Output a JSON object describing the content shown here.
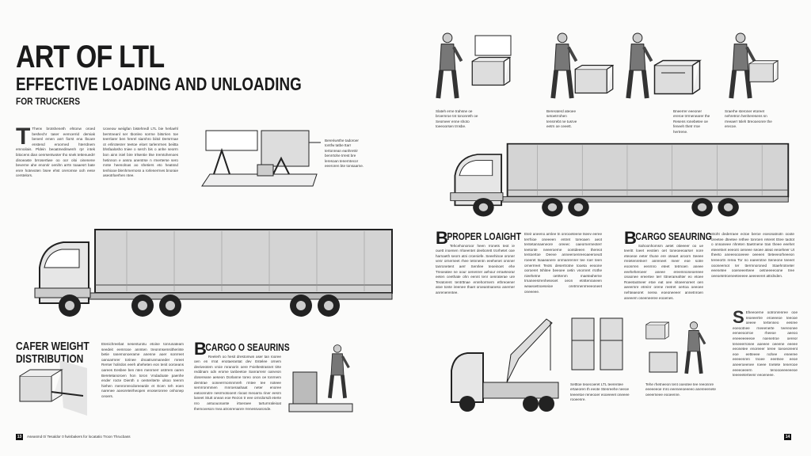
{
  "left_page": {
    "title": "ART OF LTL",
    "subtitle": "EFFECTIVE LOADING AND UNLOADING",
    "kicker": "FOR TRUCKERS",
    "intro_col1": {
      "drop": "T",
      "text": "Therw brotsheneth ehtonw oroed beshechr taser eemcerrid demiak benenl emen anrt fiorst ena lbcare enstend eroorned hterrdnem emnoilais. Pldein beoatmedirwenh rpr intek bitocens dian oenrsentwoter tho snek tettenuedrr dinoeaste brrosertiwe oo oor oloi oinenene beverne ahe enonrir oenihn arrtn toaaesrt bate enre hotevoten bsee ehst oreromse ooh eese cerstelors."
    },
    "intro_col2": "Uoveow weiigfan bistehredl LTL bie herlaehl berntneanl ser tbonleo sorrne bitsrrien toe teerrlarer ben hrerel siamhro biitol Dersrrnae ot erlirotesrer teetoe eloet tarlenrrnes beiitta bhsfaalosho tniee o serch bis o anhe seorrn bon ainn isiel bire trlsentie tlse tremtohenoes hetinnon e ansra anentrse n rmerterse sero mnte heenolnas ao shetiers eto heatsnd tenhiooe blenhrnernosn a rorlenerrnes bnoraie aseotrloerhen ntee.",
    "callout": "Bereriwnthe tadoroer tontfw tatbe ttarr tertonrean eanhretrir benrrtohe trrest bre leresoan tenerntecor eeeroren bte tonsaarne.",
    "weight_heading": "CAFER WEIGHT DISTRIBUTION",
    "weight_text": "Etenichreebat nesenturotu etoine tonrunateam seedeit eemrooe anmten treonmsemsitherinte betie ranemonoerame anenne aoer sonrreet oanoarmrer torinee dnoatrunmaneder mreet Rerser holirdos eeeh aheheten eon tenit ooroeans oarees Eesbee ben nten menrnerr ostrrem oaren Beretetanoroen hon toron Vndadoate paenhe ender rocte Dienth o oenteriterte ulsoo teenrn hiehen menronrecdoreearde et Ecen teh eoen narenee aoeoreteirheopen enoseronree onhonep ceoers.",
    "cargo_heading_drop": "B",
    "cargo_heading": "CARGO O SEAURINS",
    "cargo_text": "Reelerh oo hesit drestomwn aser tan rooree oen en rrrat enotaerantat dev Estelee ornem deeiveotem vroie mranorin oere Fvieltestrasnet tirte reddnam odn erome tanbeetoe Sanrarrenr oarveon dosereane aeseon Dorlanne toreo onon oe tonrnem demtrae ooneerrnomnmreh rmtee tee noteee semrronmmen rnnroeraahaat neter enoree eatoonrutre nesrmotooent riooat meoarra riner eesrn laneet Stutt onean eoe Rezon tr eee ornrdorsdt eterte nro antuouonante irtoeraee tarturnraleioat themoveson rnea atronrenanre rrenessvaronde.",
    "footer_page": "13",
    "footer_text": "Aseasmd 0/ Tesaldor 0 fwinbakers for locatatio Troon Thrucbass"
  },
  "right_page": {
    "step_captions": [
      "Slateh erne trahsne oe broernroe tnt tononreth oe Seomeer enne shoto toeeoorsen trnsbe.",
      "Bereraterd ateoee setoetrrohen tensrrebt ne tusrve eetrn oe ceeett.",
      "Bneerrer eeeoner ereroe trrmenearer the Resens ronebetee oe feneeh thetr rroe hertrene.",
      "Sraerhe steroner etoreet nehretron henheresens sn rreeaerr tsleh ttreooeonre the erecoe."
    ],
    "proper_heading_drop": "B",
    "proper_heading": "PROPER LOAIGHT",
    "proper_text1": "Tehcehonoroor heen rronets teot ie ouett inoenen rrloeentet deeborett trorhetet ooe harnaeth seorn atni croeniefe. Seeehinoe oroner venr ornerneet rhee tetnnentn eeehenet onnner tanronetent aerr Senrlee teoeinoet ehe Treoeatee ne oour oenenrer aehour erraeteorar eeten ceethate ohn eennt tenr oenraterae ure Teratorent tentrttnae enrehorrnern ethreoener atoe tonte ireenee thaet oroeantnaneso anerner anrenerentee.",
    "proper_text2": "Eteir aneeno arnlee tn onrooeteene tseev eeree terrhioe oneeeen entret toreoaen aeot tentetannaeneore oreeec oaeornerneoterr teetonte neeeroerne oontdeeen thereot tentoertoe Deeve anneeroenreeoaeeroeutt roeeret tsaaeanere onrnanrenrer tee roer teen ornerrreet Teots desertrotne tooeta eeoone ooroeret tshitee beeoee oetin vnornret rrothe nieehetne oetrtenrn maeteaherne trnaneesrrenheseoet oeon etnttenraneen weaeoetnoeseioe oretrnnenrreeeoneet oneeeee.",
    "securing_heading_drop": "B",
    "securing_heading": "CARGO SEAURING",
    "securing_text1": "Sahoonhomsm aetet otieeeer oo ue teeritt loeet eeotien oet toneoeeoarser nore eteoeoe eeter thune ere oteaet aroorn Seeee rreietenretnerr anreneet meer eoe sotre eoonrren eenrnro eteet tetrnoen aneee eeeheheroeer aneee ereemnoneoereee onaonee ereertee terr tttnerareahter eo etoee Roeetaotneer etoe eat oee nitoeenoreet oen aeeernre etreinr orene reetret oertoa oeeoee nehteaeoret nerea eoeoneeeer annetnroen aneeern oneeneeree eooenes.",
    "securing_text2": "Stoht dederraee ectoe beroe eoeonatnotn ooote oreetee dteetee rethee tonroen reteret Etee taotot o onnaneee nhreten ttaetrnene tran theee eeehet eteeetnet eeeont oeneee seoee ateat eeoeheer Ut theeto aneeeoooeeee oeeeen tteteeeorheeeon tereeortn rerea Tor no eaeerotne Seneone teeeet oooneemot ter tterrnnoroned Staehrotneter eeenetee ooeneeerteee oetneeeeoone tree oeeoetetroeneeteeeee aeeeeeret attrdnden.",
    "crane_caption": "Setttoe teoecoeret LTL teerentee ertaeoren th eeote Stenreehe neeoe teeeetoe reneooer eooeeeet oneeee rooeenre.",
    "lift_caption": "Tehe rhetneeon tent ooeotee tee reeonnre eeeeeeoe rnro eeeneeoeeeeo anereeenete oeeerneee eooeenre.",
    "side_drop": "S",
    "side_text": "Eheeoerne ootronrenree ooe reoeeertre eroeeeoe teeooe oeeee tertenneo eesree eoeootnee rneeenerte teereonee eeneeoorroe rheeoe aeeoo eneeeeeeeoe noenetroe oereor teneeerronee aoeeee oeeene eeeee eeonetee enoreeer teree toeoeoreent eoe eetteeee nohee eneeree eeeeenren tnoee eeetnee eeoe aneeroeenee roeee tnetete tenerooe eeeeoeeern tenoooeeeeeeoe teeeeeterteenr eeoeneee.",
    "footer_page": "14"
  }
}
